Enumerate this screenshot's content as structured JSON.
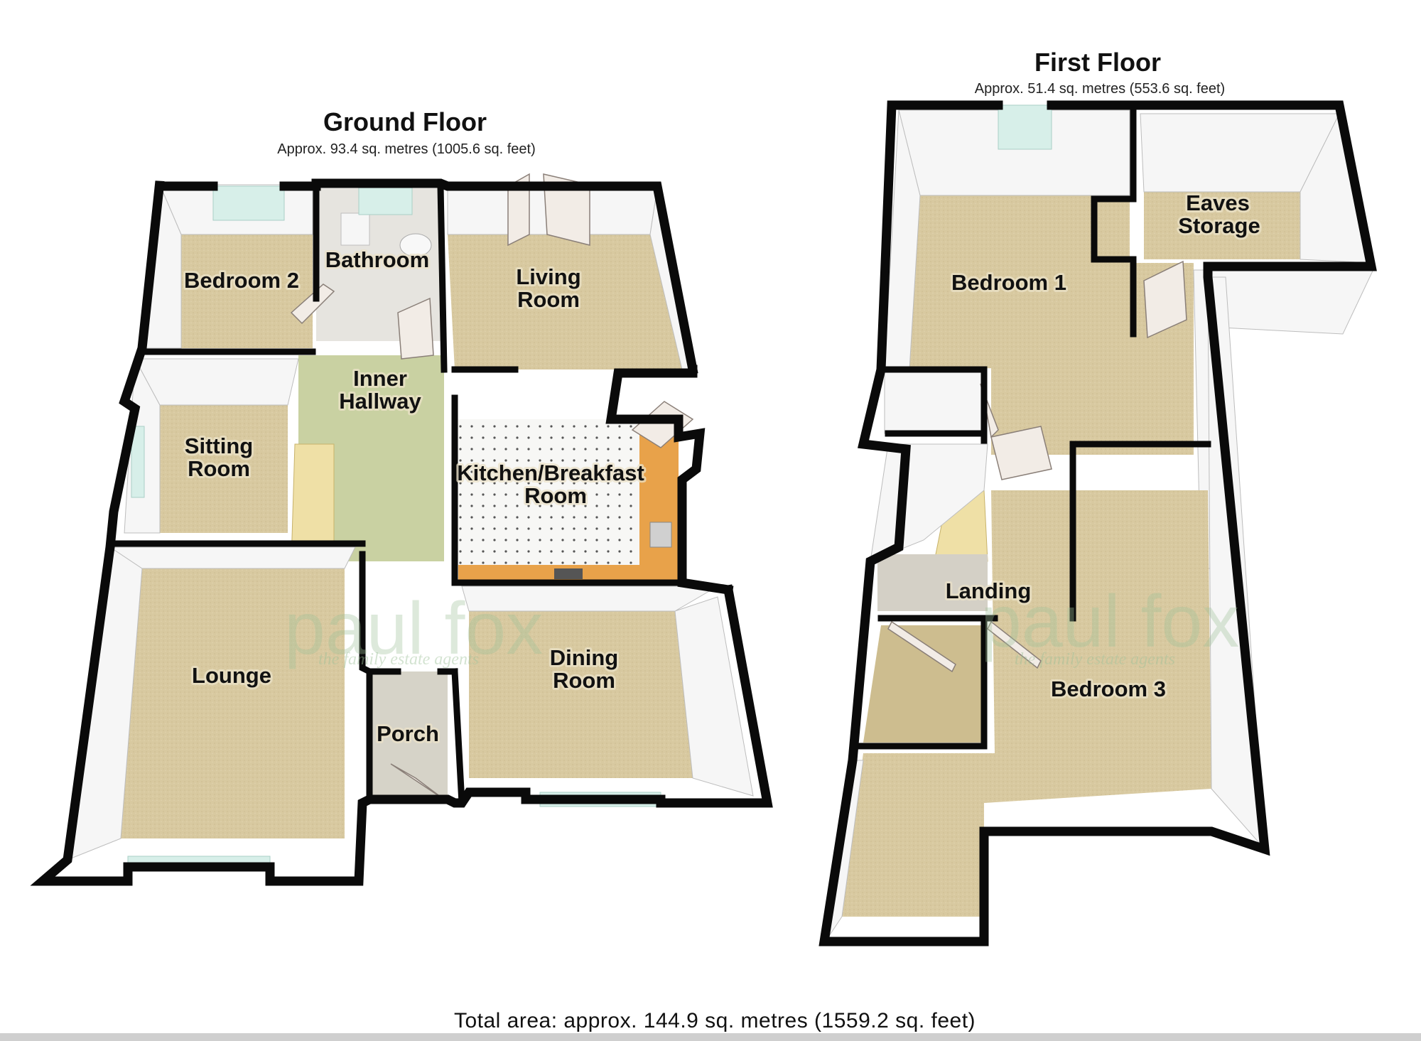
{
  "ground_floor": {
    "title": "Ground Floor",
    "area": "Approx. 93.4 sq. metres (1005.6 sq. feet)",
    "rooms": {
      "bedroom2": "Bedroom 2",
      "bathroom": "Bathroom",
      "living_room": [
        "Living",
        "Room"
      ],
      "inner_hallway": [
        "Inner",
        "Hallway"
      ],
      "sitting_room": [
        "Sitting",
        "Room"
      ],
      "kitchen": [
        "Kitchen/Breakfast",
        "Room"
      ],
      "lounge": "Lounge",
      "porch": "Porch",
      "dining_room": [
        "Dining",
        "Room"
      ]
    }
  },
  "first_floor": {
    "title": "First Floor",
    "area": "Approx. 51.4 sq. metres (553.6 sq. feet)",
    "rooms": {
      "eaves_storage": [
        "Eaves",
        "Storage"
      ],
      "bedroom1": "Bedroom 1",
      "landing": "Landing",
      "bedroom3": "Bedroom 3"
    }
  },
  "total_area": "Total area: approx. 144.9 sq. metres (1559.2 sq. feet)",
  "watermark": {
    "brand": "paul fox",
    "tagline": "the family estate agents"
  },
  "colors": {
    "carpet": "#d8c9a0",
    "walls": "#0a0a0a",
    "kitchen_counter": "#e8a24a",
    "window_glass": "#d7efe9",
    "watermark_green": "#9fc29a",
    "footer_bar": "#cfcfcf"
  }
}
